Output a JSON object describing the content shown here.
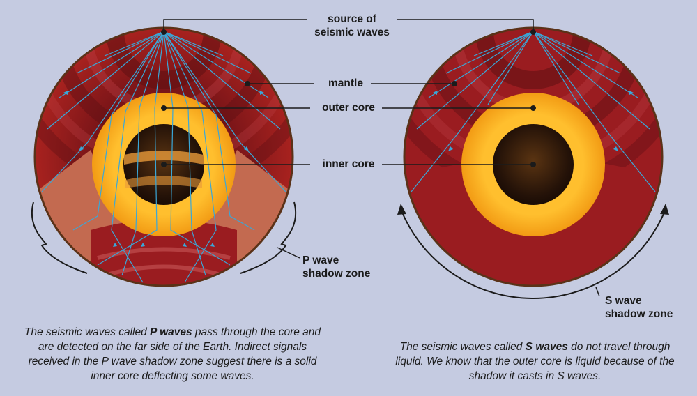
{
  "labels": {
    "source": [
      "source of",
      "seismic waves"
    ],
    "mantle": "mantle",
    "outer_core": "outer core",
    "inner_core": "inner core",
    "p_shadow": [
      "P wave",
      "shadow zone"
    ],
    "s_shadow": [
      "S wave",
      "shadow zone"
    ]
  },
  "captions": {
    "left": {
      "pre": "The seismic waves called ",
      "bold": "P waves",
      "post": " pass through the core and are detected on the far side of the Earth. Indirect signals received in the P wave shadow zone suggest there is a solid inner core deflecting some waves."
    },
    "right": {
      "pre": "The seismic waves called ",
      "bold": "S waves",
      "post": " do not travel through liquid. We know that the outer core is liquid because of the shadow it casts in S waves."
    }
  },
  "colors": {
    "background": "#c5cbe1",
    "mantle": "#9a1c20",
    "mantle_dark": "#6a1417",
    "mantle_light": "#c8503e",
    "outer_core": "#f5a21c",
    "inner_core": "#2a160a",
    "wave_ray": "#3aa7d8",
    "outline": "#5a3218",
    "leader_line": "#1b1b1b"
  }
}
